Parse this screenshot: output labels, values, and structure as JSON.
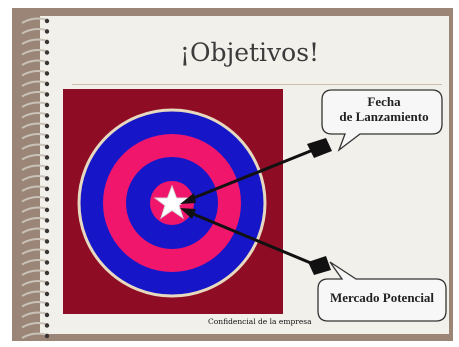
{
  "slide": {
    "title": "¡Objetivos!",
    "footer": "Confidencial de la empresa",
    "callouts": [
      {
        "line1": "Fecha",
        "line2": "de Lanzamiento"
      },
      {
        "line1": "Mercado Potencial"
      }
    ]
  },
  "colors": {
    "frame": "#9b8576",
    "paper": "#f2f0eb",
    "target_background": "#8e0c24",
    "ring_blue": "#1616c8",
    "ring_pink": "#f0166c",
    "ring_outline": "#e7d9bf"
  },
  "icons": [
    "star-icon",
    "arrow-icon"
  ]
}
